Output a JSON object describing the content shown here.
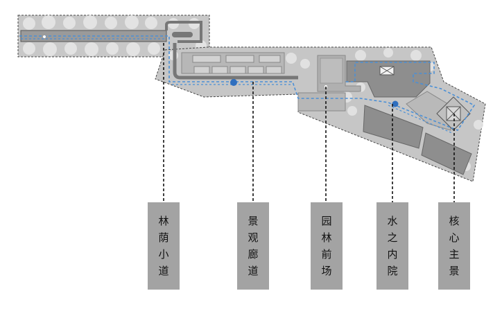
{
  "zones": [
    {
      "key": "linyin",
      "chars": [
        "林",
        "荫",
        "小",
        "道"
      ],
      "name": "林荫小道"
    },
    {
      "key": "jingguan",
      "chars": [
        "景",
        "观",
        "廊",
        "道"
      ],
      "name": "景观廊道"
    },
    {
      "key": "yuanlin",
      "chars": [
        "园",
        "林",
        "前",
        "场"
      ],
      "name": "园林前场"
    },
    {
      "key": "shuizhi",
      "chars": [
        "水",
        "之",
        "内",
        "院"
      ],
      "name": "水之内院"
    },
    {
      "key": "hexin",
      "chars": [
        "核",
        "心",
        "主",
        "景"
      ],
      "name": "核心主景"
    }
  ],
  "colors": {
    "site_fill": "#c4c4c4",
    "plaza_fill": "#b3b3b3",
    "building_fill": "#8f8f8f",
    "path_dashed": "#4a8fd6",
    "marker": "#2f6fbf",
    "label_box": "#a3a3a3",
    "outline": "#555555"
  }
}
